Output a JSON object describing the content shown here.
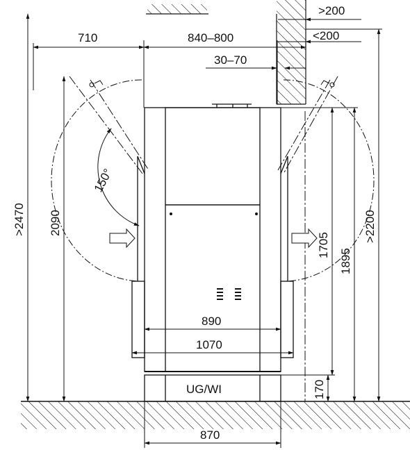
{
  "dimensions": {
    "top_gt200": ">200",
    "top_lt200": "<200",
    "left_710": "710",
    "top_840_800": "840–800",
    "gap_30_70": "30–70",
    "angle_150": "150°",
    "height_2470": ">2470",
    "height_2090": "2090",
    "height_1705": "1705",
    "height_1895": "1895",
    "height_2200": ">2200",
    "width_890": "890",
    "width_1070": "1070",
    "base_170": "170",
    "base_870": "870"
  },
  "base_label": "UG/WI"
}
